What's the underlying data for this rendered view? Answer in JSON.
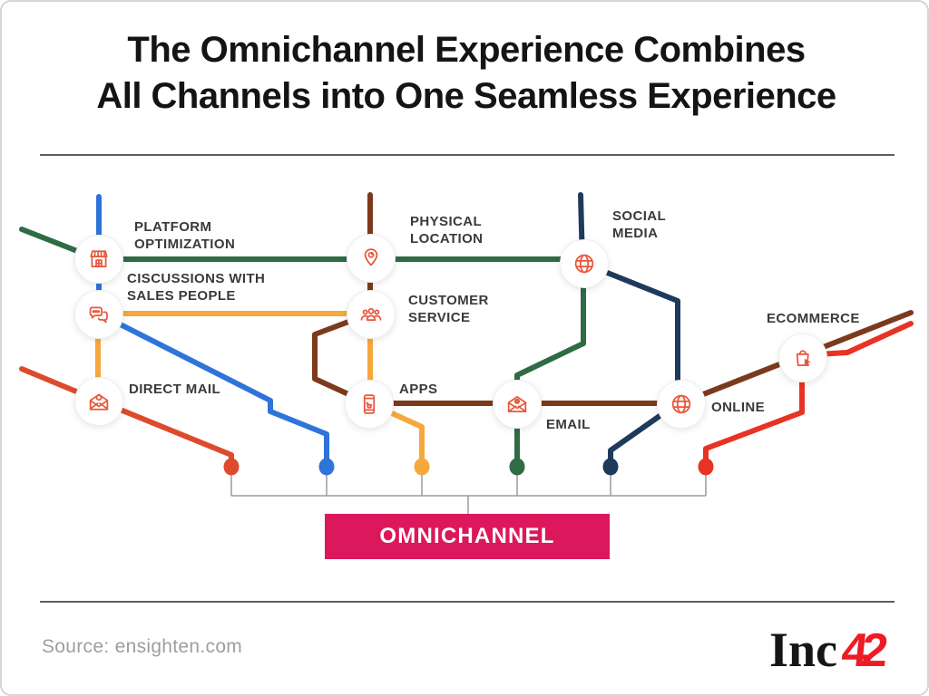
{
  "title": {
    "line1": "The Omnichannel Experience Combines",
    "line2": "All Channels into One Seamless Experience"
  },
  "channels": [
    {
      "id": "platform-optimization",
      "label": "PLATFORM\nOPTIMIZATION",
      "icon": "store-icon"
    },
    {
      "id": "discussions-with-sales-people",
      "label": "CISCUSSIONS WITH\nSALES PEOPLE",
      "icon": "chat-icon"
    },
    {
      "id": "direct-mail",
      "label": "DIRECT MAIL",
      "icon": "open-envelope-icon"
    },
    {
      "id": "physical-location",
      "label": "PHYSICAL\nLOCATION",
      "icon": "map-pin-icon"
    },
    {
      "id": "customer-service",
      "label": "CUSTOMER\nSERVICE",
      "icon": "people-icon"
    },
    {
      "id": "apps",
      "label": "APPS",
      "icon": "smartphone-icon"
    },
    {
      "id": "email",
      "label": "EMAIL",
      "icon": "envelope-at-icon"
    },
    {
      "id": "social-media",
      "label": "SOCIAL\nMEDIA",
      "icon": "globe-icon"
    },
    {
      "id": "online",
      "label": "ONLINE",
      "icon": "globe-icon"
    },
    {
      "id": "ecommerce",
      "label": "ECOMMERCE",
      "icon": "shopping-bag-cursor-icon"
    }
  ],
  "omnichannel_label": "OMNICHANNEL",
  "source_text": "Source: ensighten.com",
  "logo": {
    "part1": "Inc",
    "part2": "42"
  },
  "colors": {
    "green": "#2F6B45",
    "blue": "#2E74D9",
    "yellow": "#F5A83D",
    "red_orange": "#DD4B2C",
    "brown": "#7C3A1D",
    "navy": "#1E3A5C",
    "red": "#E73324",
    "pink_box": "#DB185B",
    "icon": "#E8573C",
    "bracket_gray": "#9B9B9B",
    "rule_gray": "#5f5f5f",
    "inc42_red": "#ED1B24"
  }
}
